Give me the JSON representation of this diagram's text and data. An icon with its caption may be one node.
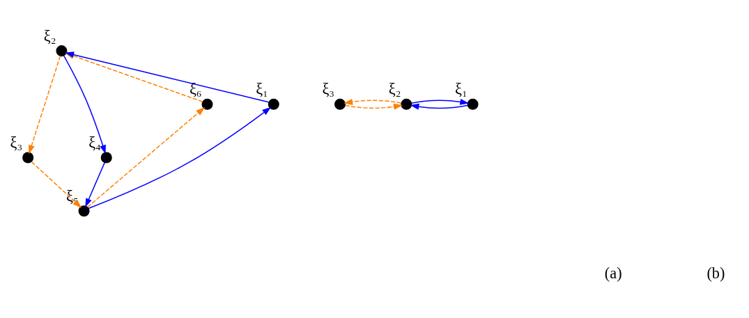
{
  "diagram": {
    "nodes": [
      {
        "text": [],
        "shape": "circle",
        "beside": [
          "ξ₂"
        ]
      },
      {
        "text": [],
        "shape": "circle",
        "beside": [
          "ξ₆"
        ]
      },
      {
        "text": [],
        "shape": "circle",
        "beside": [
          "ξ₁"
        ]
      },
      {
        "text": [],
        "shape": "circle",
        "beside": [
          "ξ₃"
        ]
      },
      {
        "text": [],
        "shape": "circle",
        "beside": [
          "ξ₄"
        ]
      },
      {
        "text": [],
        "shape": "circle",
        "beside": [
          "ξ₅"
        ]
      },
      {
        "text": [],
        "shape": "circle",
        "beside": [
          "ξ₃"
        ]
      },
      {
        "text": [],
        "shape": "circle",
        "beside": [
          "ξ₂"
        ]
      },
      {
        "text": [],
        "shape": "circle",
        "beside": [
          "ξ₁"
        ]
      }
    ],
    "edges": [
      {
        "from": 2,
        "to": 0,
        "arrow": "to",
        "color": "#0000ff"
      },
      {
        "from": 0,
        "to": 4,
        "arrow": "to",
        "color": "#0000ff"
      },
      {
        "from": 4,
        "to": 5,
        "arrow": "to",
        "color": "#0000ff"
      },
      {
        "from": 5,
        "to": 2,
        "arrow": "to",
        "color": "#0000ff"
      },
      {
        "from": 1,
        "to": 0,
        "arrow": "to",
        "style": "dashed",
        "color": "#ff7f00"
      },
      {
        "from": 0,
        "to": 3,
        "arrow": "to",
        "style": "dashed",
        "color": "#ff7f00"
      },
      {
        "from": 3,
        "to": 5,
        "arrow": "to",
        "style": "dashed",
        "color": "#ff7f00"
      },
      {
        "from": 5,
        "to": 1,
        "arrow": "to",
        "style": "dashed",
        "color": "#ff7f00"
      },
      {
        "from": 8,
        "to": 7,
        "arrow": "to",
        "color": "#0000ff"
      },
      {
        "from": 7,
        "to": 8,
        "arrow": "to",
        "color": "#0000ff"
      },
      {
        "from": 6,
        "to": 7,
        "arrow": "to",
        "style": "dashed",
        "color": "#ff7f00"
      },
      {
        "from": 7,
        "to": 6,
        "arrow": "to",
        "style": "dashed",
        "color": "#ff7f00"
      }
    ],
    "labels": [
      "(a)",
      "(b)"
    ]
  }
}
